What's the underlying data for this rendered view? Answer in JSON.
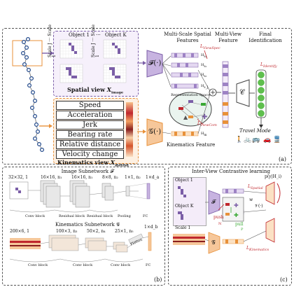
{
  "panel_a": {
    "label": "(a)",
    "spatial": {
      "object_1": "Object 1",
      "ellipsis": "···",
      "object_k": "Object K",
      "scale_j": "Scale J",
      "scale_1": "Scale 1",
      "scale_sep": "···",
      "view_title": "Spatial view",
      "view_symbol": "X",
      "view_sub": "image"
    },
    "kinematics": {
      "items": [
        "Speed",
        "Acceleration",
        "Jerk",
        "Bearing rate",
        "Relative distance",
        "Velocity change"
      ],
      "view_title": "Kinematics view",
      "view_symbol": "X",
      "view_sub": "motion"
    },
    "encoders": {
      "f_label": "𝓕(·)",
      "g_label": "𝒢(·)",
      "c_label": "𝒞"
    },
    "headers": {
      "multi_scale": "Multi-Scale Spatial",
      "features": "Features",
      "multi_view": "Multi-View",
      "feature": "Feature",
      "final": "Final",
      "identification": "Identification"
    },
    "losses": {
      "view_spec": "L",
      "view_spec_sub": "ViewSpec",
      "view_com": "L",
      "view_com_sub": "ViewCom",
      "identify": "L",
      "identify_sub": "Identify"
    },
    "repr_space": "Representation Space",
    "h_labels": [
      "H",
      "H",
      "H",
      "H"
    ],
    "h_subs": [
      "s₁",
      "s₂",
      "s₃",
      "s_J"
    ],
    "hm": "H",
    "hm_sub": "m",
    "kin_feature": "Kinematics Feature",
    "travel_mode": "Travel Mode",
    "colors": {
      "purple": "#7b5ea7",
      "orange": "#e8913a",
      "red": "#c0272d",
      "green": "#3aa935"
    }
  },
  "panel_b": {
    "label": "(b)",
    "image_title": "Image Subnetwork 𝓕",
    "kin_title": "Kinematics Subnetwork 𝒢",
    "image_dims": [
      "32×32, 1",
      "16×16, n₁",
      "16×16, n₁",
      "8×8, n₂",
      "1×1, n₂",
      "1×d_a"
    ],
    "image_blocks": [
      "Conv block",
      "Residual block",
      "Residual block",
      "Pooling",
      "FC"
    ],
    "kin_dims": [
      "200×6, 1",
      "100×3, n₃",
      "50×2, n₄",
      "25×1, n₅",
      "1×d_b"
    ],
    "kin_blocks": [
      "Conv block",
      "Conv block",
      "Conv block",
      "Flatten",
      "FC"
    ]
  },
  "panel_c": {
    "label": "(c)",
    "title": "Inter-View Contrastive learning",
    "object_1": "Object 1",
    "object_k": "Object K",
    "scale_1": "Scale 1",
    "f_label": "𝓕",
    "g_label": "𝒢",
    "push": "push",
    "pull": "pull",
    "w_label": "w",
    "v_label": "𝒱(·)",
    "p_label": "p(y|H_i)",
    "l_spatial": "L",
    "l_spatial_sub": "Spatial",
    "l_kin": "L",
    "l_kin_sub": "Kinematics",
    "n_label": "N",
    "p_sign": "P"
  }
}
